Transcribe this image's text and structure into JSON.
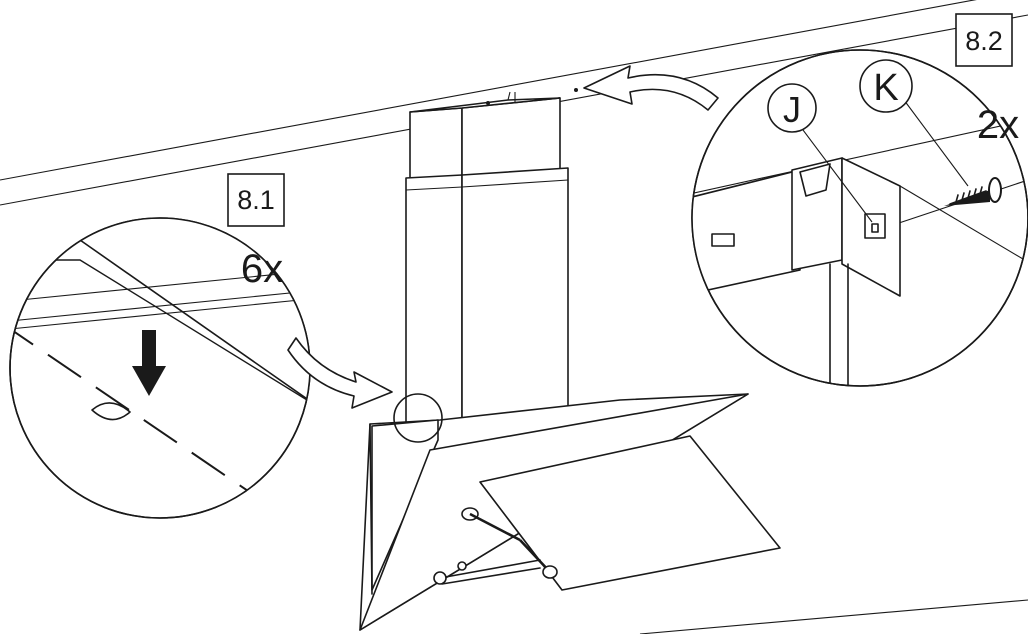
{
  "steps": {
    "step_8_1": {
      "label": "8.1",
      "quantity": "6x"
    },
    "step_8_2": {
      "label": "8.2",
      "quantity": "2x"
    }
  },
  "parts": {
    "part_j": "J",
    "part_k": "K"
  },
  "colors": {
    "ink": "#1a1a1a",
    "paper": "#ffffff"
  },
  "icons": [
    "curved-arrow-icon",
    "down-arrow-icon",
    "screw-icon"
  ]
}
